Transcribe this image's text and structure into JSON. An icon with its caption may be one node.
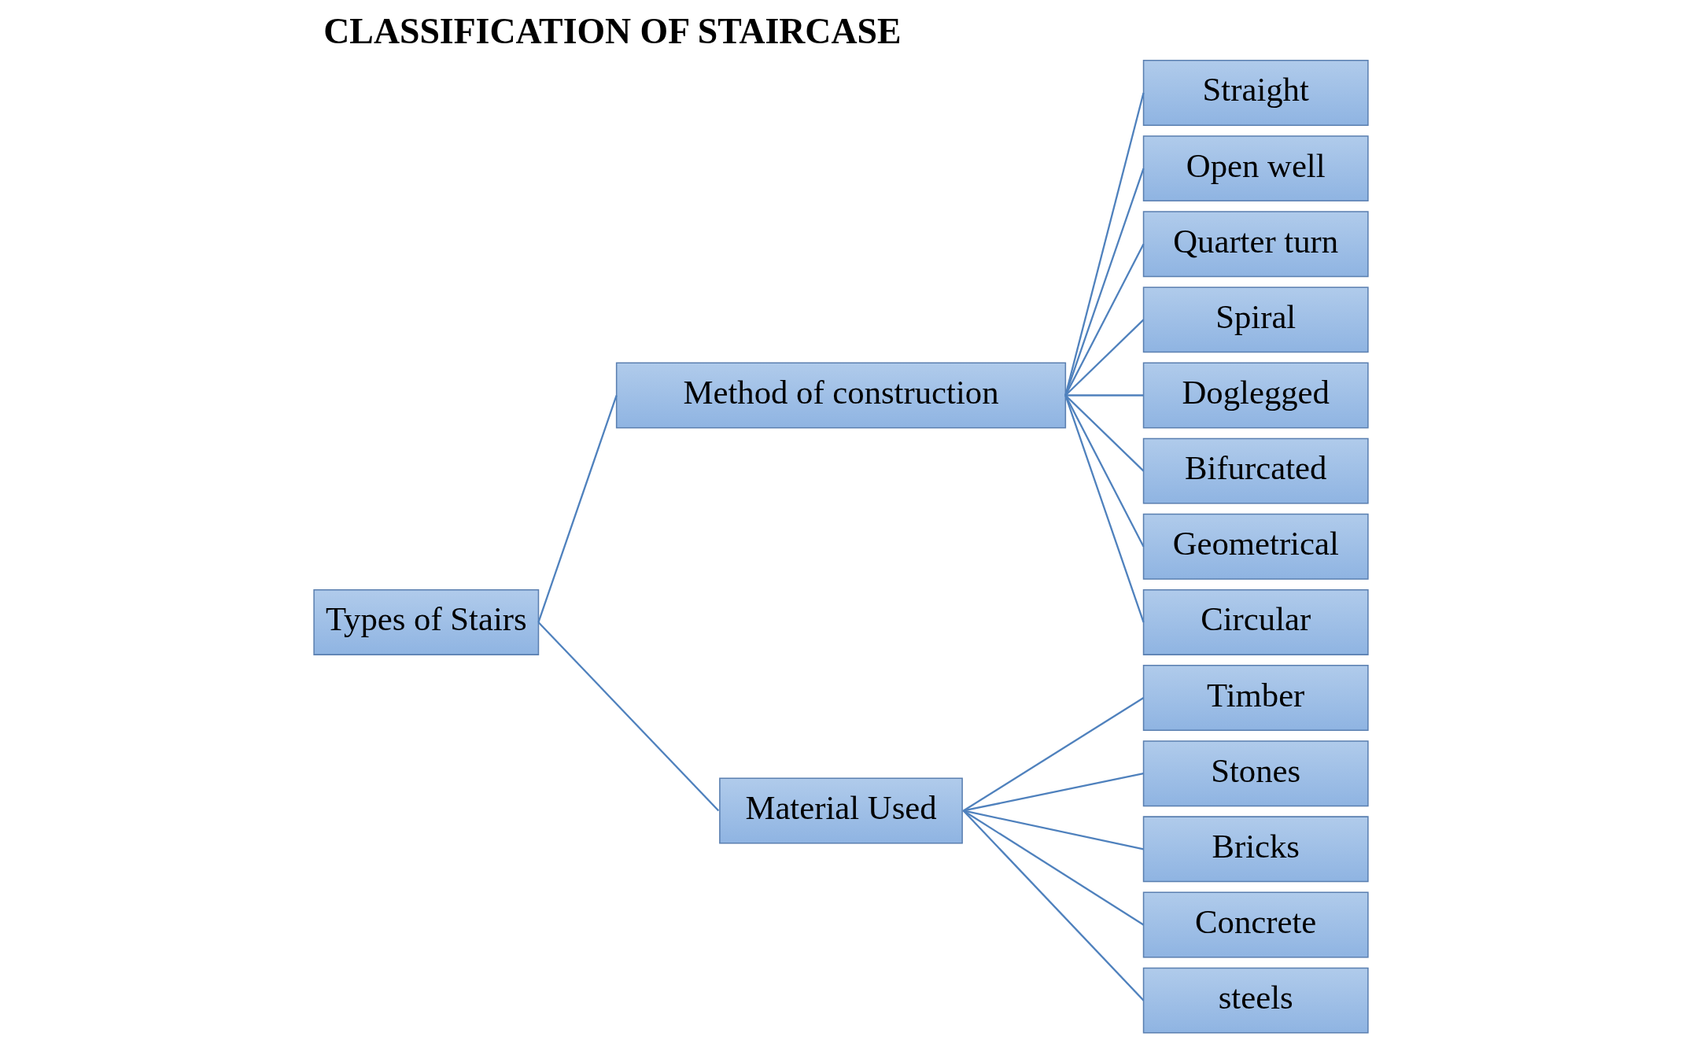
{
  "diagram": {
    "title": "CLASSIFICATION OF STAIRCASE",
    "nodes": [
      {
        "text": [
          "Types of Stairs"
        ]
      },
      {
        "text": [
          "Method of construction"
        ]
      },
      {
        "text": [
          "Material Used"
        ]
      },
      {
        "text": [
          "Straight"
        ]
      },
      {
        "text": [
          "Open well"
        ]
      },
      {
        "text": [
          "Quarter turn"
        ]
      },
      {
        "text": [
          "Spiral"
        ]
      },
      {
        "text": [
          "Doglegged"
        ]
      },
      {
        "text": [
          "Bifurcated"
        ]
      },
      {
        "text": [
          "Geometrical"
        ]
      },
      {
        "text": [
          "Circular"
        ]
      },
      {
        "text": [
          "Timber"
        ]
      },
      {
        "text": [
          "Stones"
        ]
      },
      {
        "text": [
          "Bricks"
        ]
      },
      {
        "text": [
          "Concrete"
        ]
      },
      {
        "text": [
          "steels"
        ]
      }
    ],
    "edges": [
      {
        "from": 0,
        "to": 1,
        "arrow": "none"
      },
      {
        "from": 0,
        "to": 2,
        "arrow": "none"
      },
      {
        "from": 1,
        "to": 3,
        "arrow": "none"
      },
      {
        "from": 1,
        "to": 4,
        "arrow": "none"
      },
      {
        "from": 1,
        "to": 5,
        "arrow": "none"
      },
      {
        "from": 1,
        "to": 6,
        "arrow": "none"
      },
      {
        "from": 1,
        "to": 7,
        "arrow": "none"
      },
      {
        "from": 1,
        "to": 8,
        "arrow": "none"
      },
      {
        "from": 1,
        "to": 9,
        "arrow": "none"
      },
      {
        "from": 1,
        "to": 10,
        "arrow": "none"
      },
      {
        "from": 2,
        "to": 11,
        "arrow": "none"
      },
      {
        "from": 2,
        "to": 12,
        "arrow": "none"
      },
      {
        "from": 2,
        "to": 13,
        "arrow": "none"
      },
      {
        "from": 2,
        "to": 14,
        "arrow": "none"
      },
      {
        "from": 2,
        "to": 15,
        "arrow": "none"
      }
    ]
  }
}
